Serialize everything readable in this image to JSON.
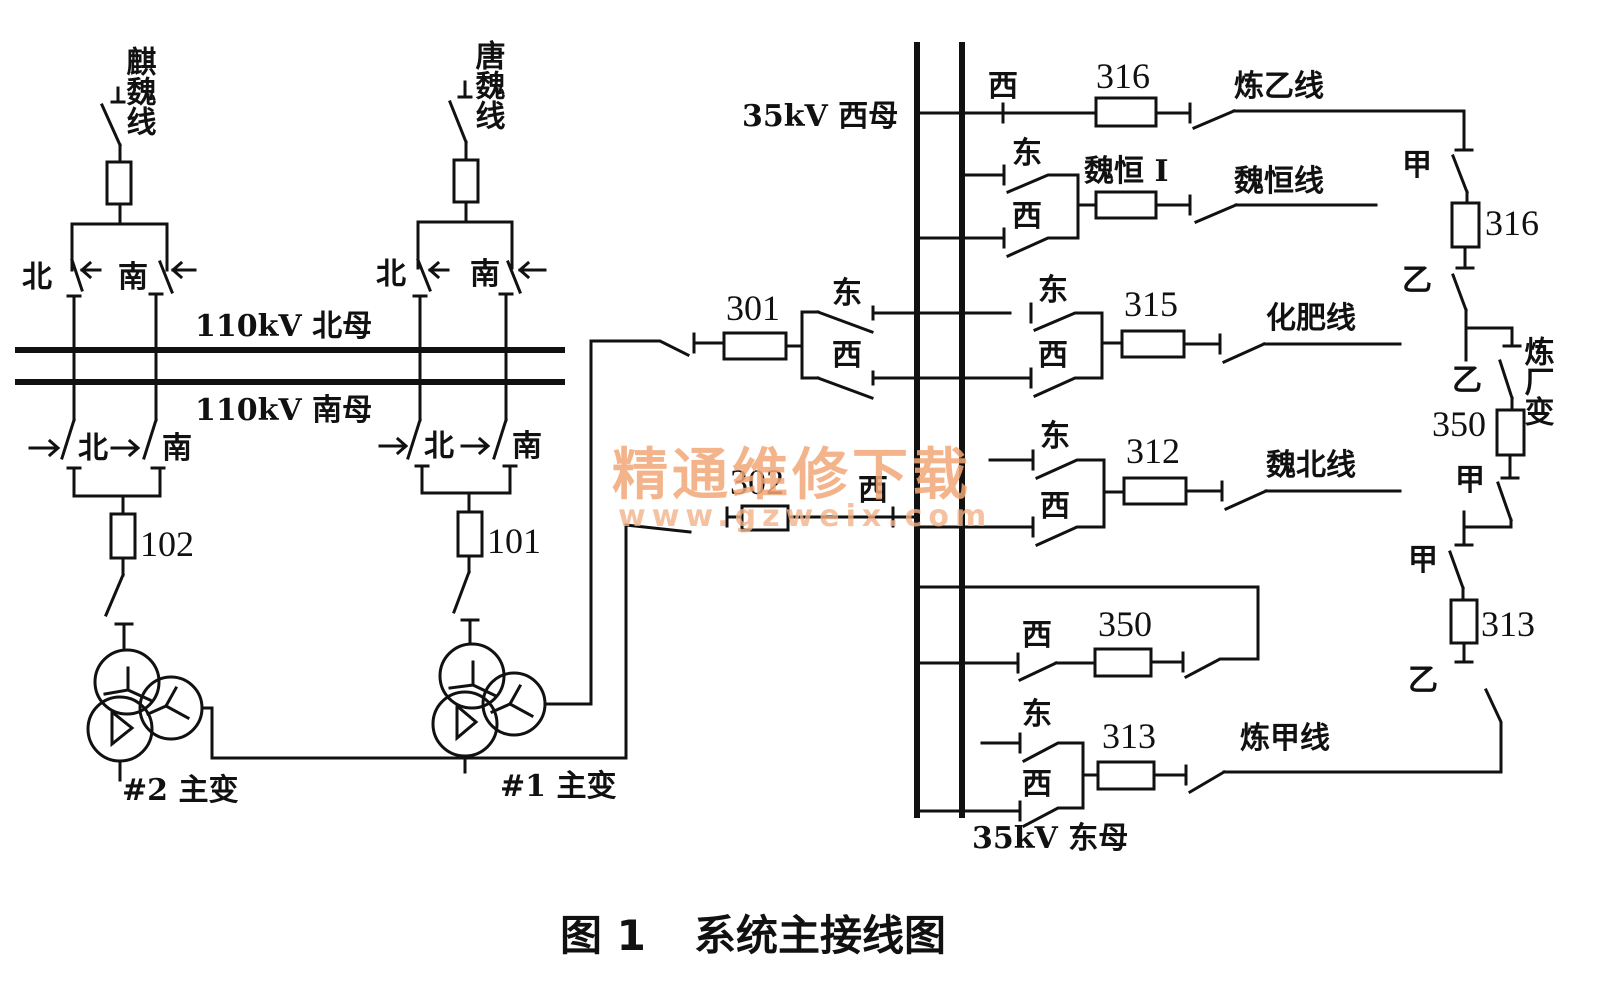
{
  "caption": {
    "figure_no": "图 1",
    "title": "系统主接线图"
  },
  "watermark": {
    "line1": "精通维修下载",
    "line2": "www.gzweix.com",
    "color": "#f2a877"
  },
  "buses": {
    "hv_north": "110kV 北母",
    "hv_south": "110kV 南母",
    "mv_west": "35kV 西母",
    "mv_east": "35kV 东母"
  },
  "incoming_lines": {
    "left": "麒魏线",
    "right": "唐魏线"
  },
  "bay_labels": {
    "north": "北",
    "south": "南",
    "east": "东",
    "west": "西",
    "jia": "甲",
    "yi": "乙"
  },
  "transformers": [
    {
      "id": "t2",
      "label": "#2 主变",
      "breaker": "102"
    },
    {
      "id": "t1",
      "label": "#1 主变",
      "breaker": "101"
    }
  ],
  "mv_incomers": [
    {
      "breaker": "301"
    },
    {
      "breaker": "302"
    }
  ],
  "feeders": [
    {
      "breaker": "316",
      "line": "炼乙线"
    },
    {
      "breaker": "魏恒 I",
      "line": "魏恒线"
    },
    {
      "breaker": "315",
      "line": "化肥线"
    },
    {
      "breaker": "312",
      "line": "魏北线"
    },
    {
      "breaker": "350",
      "line": ""
    },
    {
      "breaker": "313",
      "line": "炼甲线"
    }
  ],
  "refinery_substation": {
    "label": "炼厂变",
    "breakers": [
      "316",
      "350",
      "313"
    ]
  }
}
